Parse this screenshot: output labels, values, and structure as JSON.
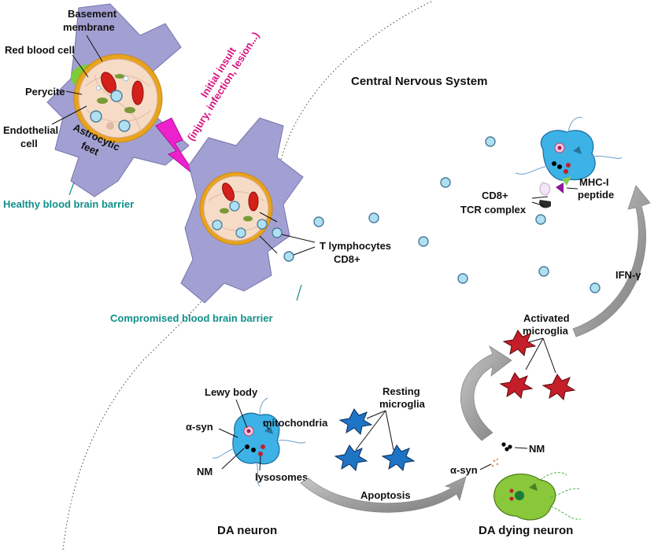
{
  "title": "Central Nervous System",
  "labels": {
    "basement_membrane_1": "Basement",
    "basement_membrane_2": "membrane",
    "red_blood_cell": "Red blood cell",
    "perycite": "Perycite",
    "endothelial_1": "Endothelial",
    "endothelial_2": "cell",
    "astrocytic_1": "Astrocytic",
    "astrocytic_2": "feet",
    "healthy_bbb": "Healthy blood brain barrier",
    "compromised_bbb": "Compromised blood brain barrier",
    "insult_1": "Initial insult",
    "insult_2": "(injury, infection, lesion...)",
    "t_lymph_1": "T lymphocytes",
    "t_lymph_2": "CD8+",
    "cd8_tcr_1": "CD8+",
    "cd8_tcr_2": "TCR complex",
    "mhc_1": "MHC-I",
    "mhc_2": "peptide",
    "ifn": "IFN-γ",
    "activated_1": "Activated",
    "activated_2": "microglia",
    "resting_1": "Resting",
    "resting_2": "microglia",
    "lewy_body": "Lewy body",
    "asyn_left": "α-syn",
    "mitochondria": "mitochondria",
    "nm_left": "NM",
    "lysosomes": "lysosomes",
    "da_neuron": "DA neuron",
    "apoptosis": "Apoptosis",
    "nm_right": "NM",
    "asyn_right": "α-syn",
    "da_dying": "DA dying neuron"
  },
  "colors": {
    "astrocyte": "#9e9ccc",
    "vessel_ring": "#e8a41c",
    "vessel_fill": "#f6dcc6",
    "rbc": "#d4201a",
    "perycite": "#7ccc3a",
    "lymphocyte": "#aee0f2",
    "lightning": "#ee22cc",
    "teal_text": "#0f8f8a",
    "pink_text": "#d8127e",
    "resting_microglia": "#1e74c4",
    "activated_microglia": "#c41e2a",
    "neuron_blue": "#3cb2e6",
    "neuron_green": "#88c83a",
    "arrow_gray": "#9a9a9a"
  }
}
